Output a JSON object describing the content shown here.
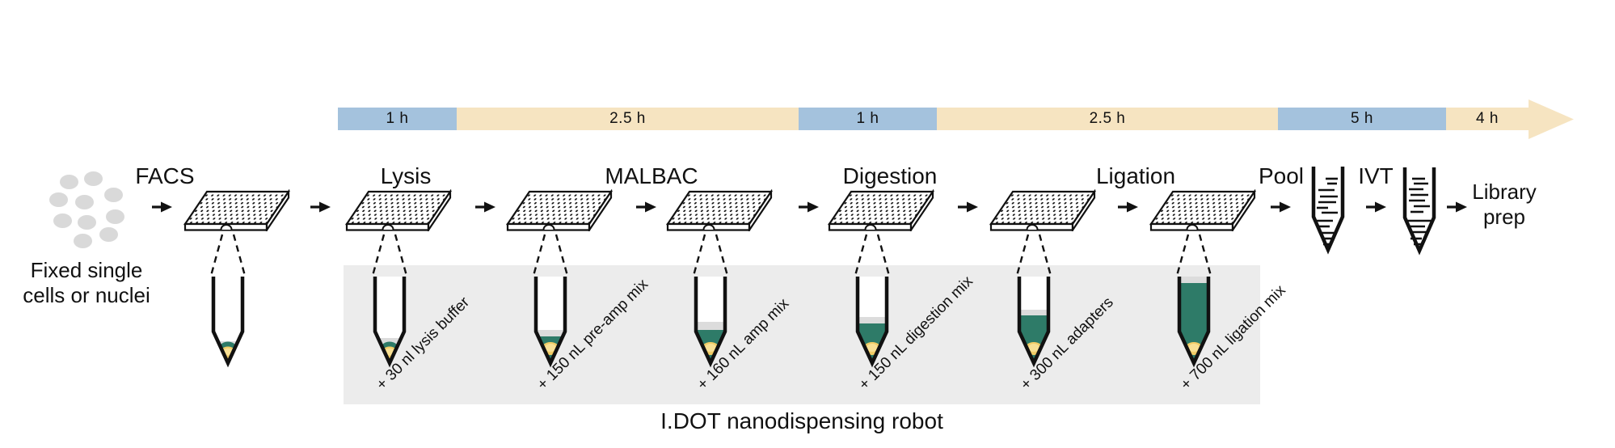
{
  "timeline": {
    "segments": [
      {
        "duration": "1 h",
        "tone": "blue"
      },
      {
        "duration": "2.5 h",
        "tone": "tan"
      },
      {
        "duration": "1 h",
        "tone": "blue"
      },
      {
        "duration": "2.5 h",
        "tone": "tan"
      },
      {
        "duration": "5 h",
        "tone": "blue"
      },
      {
        "duration": "4 h",
        "tone": "tan"
      }
    ]
  },
  "steps": [
    {
      "id": "facs",
      "label": "FACS"
    },
    {
      "id": "lysis",
      "label": "Lysis"
    },
    {
      "id": "malbac",
      "label": "MALBAC"
    },
    {
      "id": "digestion",
      "label": "Digestion"
    },
    {
      "id": "ligation",
      "label": "Ligation"
    },
    {
      "id": "pool",
      "label": "Pool"
    },
    {
      "id": "ivt",
      "label": "IVT"
    }
  ],
  "source_label": {
    "line1": "Fixed single",
    "line2": "cells or nuclei"
  },
  "final_step": {
    "line1": "Library",
    "line2": "prep"
  },
  "reagents": [
    {
      "station": "lysis",
      "label": "+ 30 nl lysis buffer"
    },
    {
      "station": "pre-amp",
      "label": "+ 150 nL pre-amp mix"
    },
    {
      "station": "amp",
      "label": "+ 160 nL amp mix"
    },
    {
      "station": "digestion",
      "label": "+ 150 nL digestion mix"
    },
    {
      "station": "adapters",
      "label": "+ 300 nL adapters"
    },
    {
      "station": "ligation",
      "label": "+ 700 nL ligation mix"
    }
  ],
  "robot_caption": "I.DOT nanodispensing robot",
  "colors": {
    "timeline_blue": "#a4c2dd",
    "timeline_tan": "#f6e4c1",
    "teal": "#2e7b68",
    "cell_yellow": "#f1cc66",
    "cell_yellow_light": "#f8e094",
    "liquid_gray": "#dcdcdc",
    "robot_box_gray": "#ececec",
    "cell_dot_gray": "#d9d9d9",
    "ink": "#111111"
  }
}
